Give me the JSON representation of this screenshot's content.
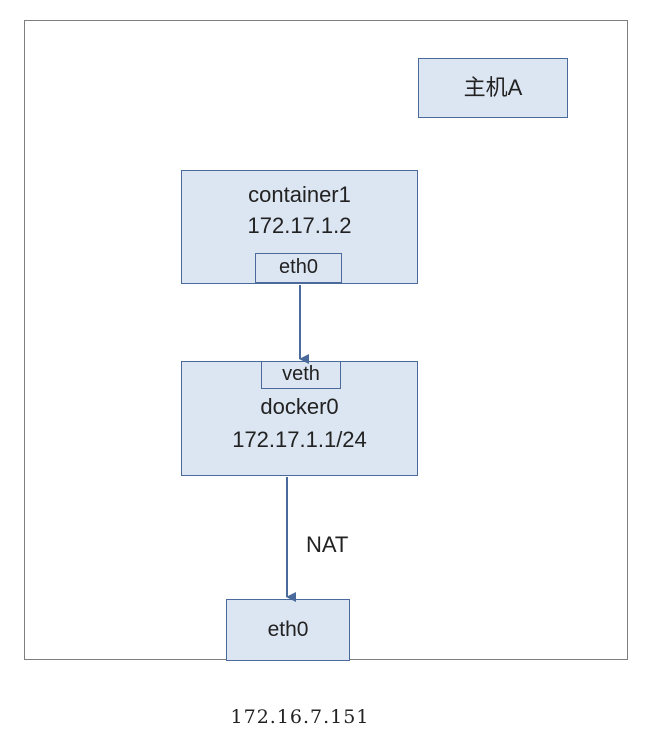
{
  "host": {
    "label": "主机A",
    "ip": "172.16.7.151"
  },
  "container": {
    "name": "container1",
    "ip": "172.17.1.2",
    "interface": "eth0"
  },
  "bridge": {
    "interface": "veth",
    "name": "docker0",
    "ip": "172.17.1.1/24"
  },
  "host_interface": {
    "name": "eth0"
  },
  "link": {
    "label": "NAT"
  },
  "colors": {
    "box_fill": "#dce6f2",
    "box_border": "#4a6a9b",
    "frame_border": "#7f7f7f",
    "arrow": "#4a6a9b"
  }
}
